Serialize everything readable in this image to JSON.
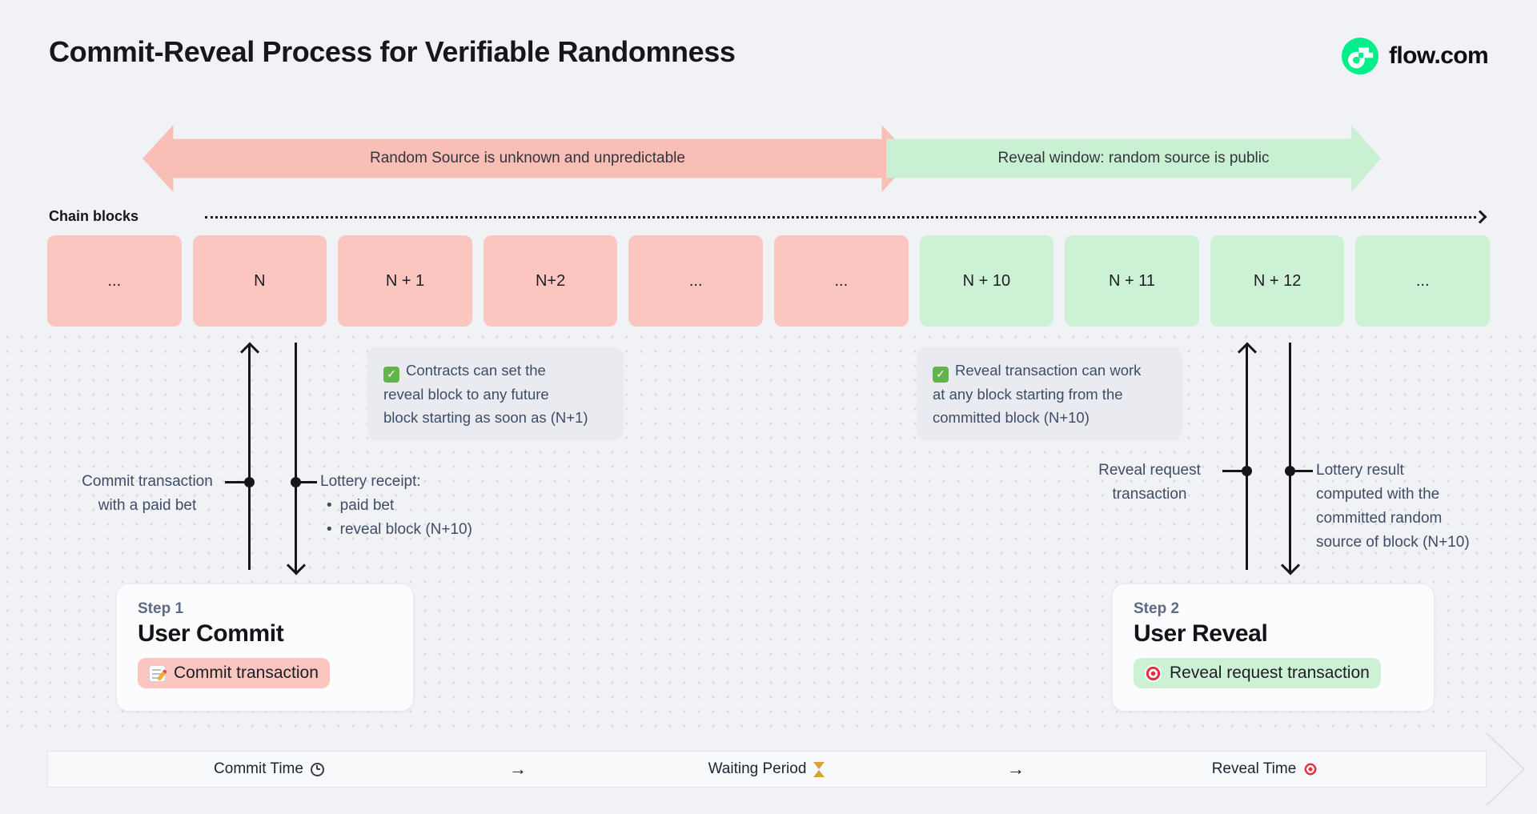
{
  "header": {
    "title": "Commit-Reveal Process for Verifiable Randomness",
    "brand": "flow.com"
  },
  "colors": {
    "background": "#F1F2F6",
    "brand_green": "#00EF8B",
    "block_pink": "#FAC6BF",
    "block_green": "#CCF1D5",
    "arrow_pink": "#F9BEB6",
    "arrow_green": "#C9F0D3",
    "note_bg": "#E9EBF0",
    "ink": "#15161a",
    "slate_text": "#3e4d66"
  },
  "phases": {
    "unknown": "Random Source is unknown and unpredictable",
    "reveal": "Reveal window: random source is public"
  },
  "chain": {
    "label": "Chain blocks",
    "blocks": [
      "...",
      "N",
      "N + 1",
      "N+2",
      "...",
      "...",
      "N + 10",
      "N + 11",
      "N + 12",
      "..."
    ]
  },
  "annotations": {
    "commit_note": {
      "icon": "check-icon",
      "lines": [
        "Contracts can set the",
        "reveal block to any future",
        "block starting as soon as (N+1)"
      ]
    },
    "reveal_note": {
      "icon": "check-icon",
      "lines": [
        "Reveal transaction can work",
        "at any block starting from the",
        "committed block (N+10)"
      ]
    }
  },
  "connectors": {
    "commit_tx": {
      "lines": [
        "Commit transaction",
        "with a paid bet"
      ]
    },
    "lottery_receipt": {
      "title": "Lottery receipt:",
      "items": [
        "paid bet",
        "reveal block (N+10)"
      ]
    },
    "reveal_request": {
      "lines": [
        "Reveal request",
        "transaction"
      ]
    },
    "lottery_result": {
      "lines": [
        "Lottery result",
        "computed with the",
        "committed random",
        "source of block (N+10)"
      ]
    }
  },
  "steps": [
    {
      "kicker": "Step 1",
      "title": "User Commit",
      "badge": "Commit transaction",
      "icon": "memo-icon"
    },
    {
      "kicker": "Step 2",
      "title": "User Reveal",
      "badge": "Reveal request transaction",
      "icon": "target-icon"
    }
  ],
  "timeline": {
    "items": [
      {
        "label": "Commit Time",
        "icon": "stopwatch-icon"
      },
      {
        "label": "→"
      },
      {
        "label": "Waiting Period",
        "icon": "hourglass-icon"
      },
      {
        "label": "→"
      },
      {
        "label": "Reveal Time",
        "icon": "target-icon"
      }
    ]
  }
}
